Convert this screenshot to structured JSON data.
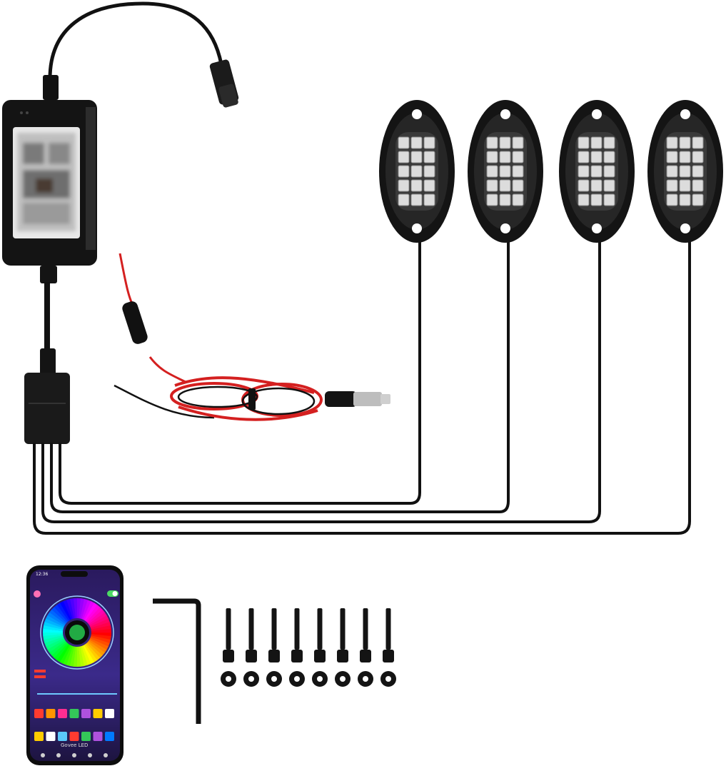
{
  "product": {
    "controller": {
      "icon": "controller-box",
      "label_obscured": true
    },
    "pods": {
      "count": 4,
      "icon": "led-pod"
    },
    "power_cable": {
      "icon": "dc-plug-cable"
    },
    "accessories": {
      "hex_key": {
        "icon": "allen-wrench"
      },
      "screws": {
        "count": 8,
        "icon": "bolt"
      },
      "washers": {
        "count": 8,
        "icon": "washer"
      }
    }
  },
  "phone": {
    "status_left": "12:36",
    "app_footer_text": "Govee LED",
    "icons": [
      "color-wheel-icon",
      "power-toggle-icon"
    ],
    "palette_row1": [
      "#ff3b30",
      "#ff9500",
      "#ff2d92",
      "#34c759",
      "#af52de",
      "#ffcc00",
      "#ffffff"
    ],
    "palette_row2": [
      "#ffcc00",
      "#ffffff",
      "#5ac8fa",
      "#ff3b30",
      "#34c759",
      "#af52de",
      "#007aff"
    ]
  },
  "colors": {
    "cable": "#111111",
    "red_wire": "#d42020",
    "housing": "#1a1a1a",
    "led_cell": "#dcdcdc"
  }
}
